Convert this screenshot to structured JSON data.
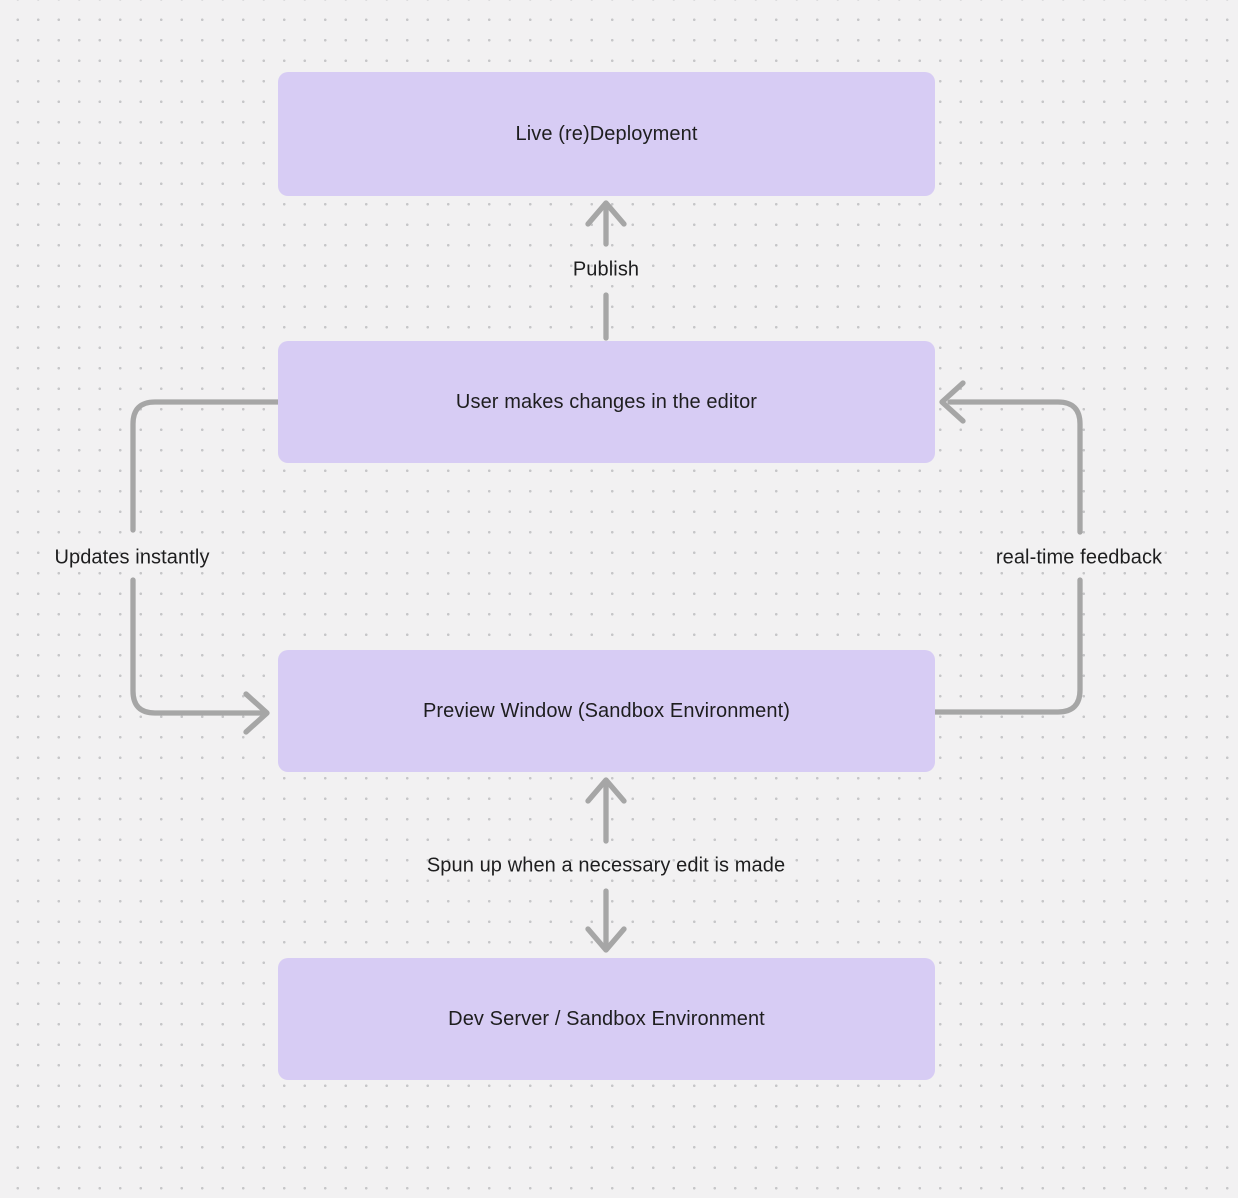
{
  "diagram": {
    "nodes": [
      {
        "id": "live-redeployment",
        "label": "Live (re)Deployment"
      },
      {
        "id": "user-editor",
        "label": "User makes changes in the editor"
      },
      {
        "id": "preview-window",
        "label": "Preview Window (Sandbox Environment)"
      },
      {
        "id": "dev-server",
        "label": "Dev Server / Sandbox Environment"
      }
    ],
    "edges": [
      {
        "id": "publish",
        "label": "Publish",
        "from": "user-editor",
        "to": "live-redeployment",
        "direction": "up"
      },
      {
        "id": "updates-instantly",
        "label": "Updates instantly",
        "from": "user-editor",
        "to": "preview-window",
        "direction": "down-left-loop"
      },
      {
        "id": "real-time-feedback",
        "label": "real-time feedback",
        "from": "preview-window",
        "to": "user-editor",
        "direction": "up-right-loop"
      },
      {
        "id": "spun-up",
        "label": "Spun up when a necessary edit is made",
        "from": "preview-window",
        "to": "dev-server",
        "direction": "both"
      }
    ],
    "colors": {
      "background": "#f2f1f2",
      "dot_grid": "#c6c6c8",
      "node_fill": "#d7ccf4",
      "arrow": "#a6a6a6",
      "text": "#1e1e1f"
    }
  }
}
